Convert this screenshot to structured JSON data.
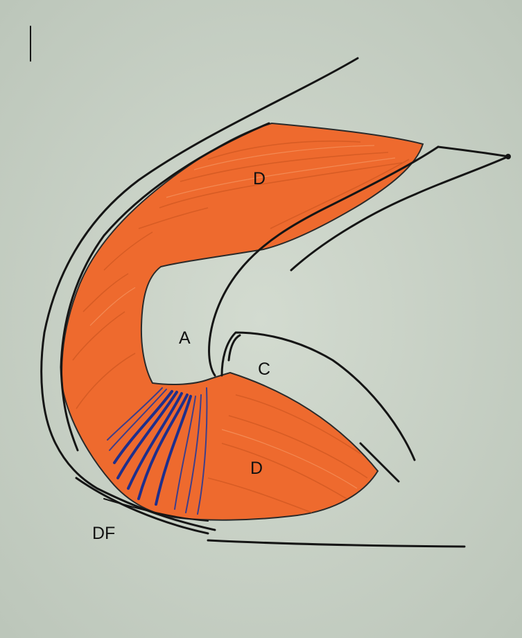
{
  "colors": {
    "background": "#c9d2c6",
    "muscle": "#ee6a2e",
    "tendon": "#1f2f8c",
    "outline": "#151515"
  },
  "labels": {
    "muscle_top": "D",
    "muscle_bottom": "D",
    "center": "A",
    "right_cavity": "C",
    "bottom_left": "DF"
  }
}
